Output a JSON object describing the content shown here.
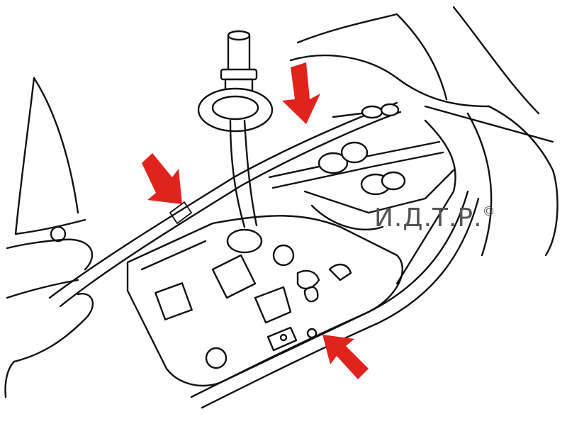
{
  "watermark": {
    "text": "И.Д.Т.Р.",
    "symbol": "©",
    "color": "#555555"
  },
  "arrows": {
    "color": "#e1231d",
    "items": [
      {
        "name": "arrow-upper-center",
        "direction": "down"
      },
      {
        "name": "arrow-upper-left",
        "direction": "down-right"
      },
      {
        "name": "arrow-lower-right",
        "direction": "up-left"
      }
    ]
  }
}
